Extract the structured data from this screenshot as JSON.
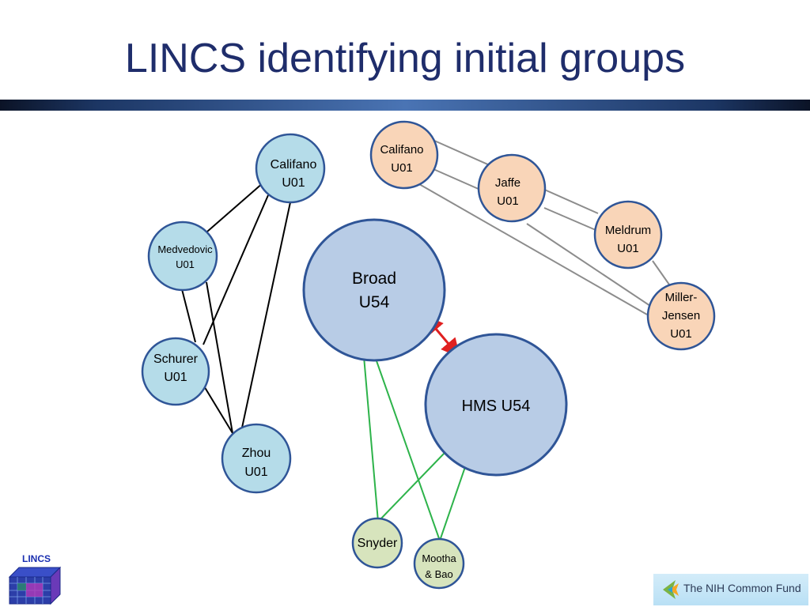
{
  "slide": {
    "title": "LINCS identifying initial groups"
  },
  "nodes": {
    "califano_a": {
      "line1": "Califano",
      "line2": "U01"
    },
    "medvedovic": {
      "line1": "Medvedovic",
      "line2": "U01"
    },
    "schurer": {
      "line1": "Schurer",
      "line2": "U01"
    },
    "zhou": {
      "line1": "Zhou",
      "line2": "U01"
    },
    "broad": {
      "line1": "Broad",
      "line2": "U54"
    },
    "hms": {
      "line1": "HMS U54"
    },
    "snyder": {
      "line1": "Snyder"
    },
    "mootha": {
      "line1": "Mootha",
      "line2": "& Bao"
    },
    "califano_b": {
      "line1": "Califano",
      "line2": "U01"
    },
    "jaffe": {
      "line1": "Jaffe",
      "line2": "U01"
    },
    "meldrum": {
      "line1": "Meldrum",
      "line2": "U01"
    },
    "miller_jensen": {
      "line1": "Miller-",
      "line2": "Jensen",
      "line3": "U01"
    }
  },
  "colors": {
    "title": "#1f2d6b",
    "u01_left_fill": "#b5dce9",
    "u54_fill": "#b8cce6",
    "u01_right_fill": "#f9d5b8",
    "small_green_fill": "#d7e4bd",
    "node_stroke": "#2f5597",
    "edge_black": "#000000",
    "edge_green": "#2db34a",
    "edge_gray": "#8c8c8c",
    "arrow_red": "#e02020"
  },
  "logos": {
    "lincs": "LINCS",
    "nih": "The NIH Common Fund"
  }
}
